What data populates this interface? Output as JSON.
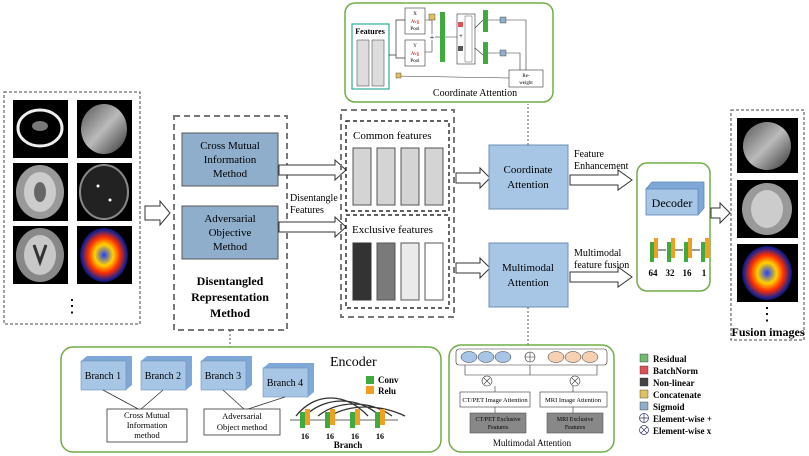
{
  "coordinate_attention": {
    "title": "Coordinate Attention",
    "features_label": "Features",
    "x_pool": [
      "X",
      "Avg",
      "Pool"
    ],
    "y_pool": [
      "Y",
      "Avg",
      "Pool"
    ],
    "reweight": [
      "Re-",
      "weight"
    ]
  },
  "disentangled": {
    "cross_mutual": [
      "Cross Mutual",
      "Information",
      "Method"
    ],
    "adversarial": [
      "Adversarial",
      "Objective",
      "Method"
    ],
    "title": [
      "Disentangled",
      "Representation",
      "Method"
    ],
    "disentangle_features": [
      "Disentangle",
      "Features"
    ]
  },
  "features": {
    "common": "Common features",
    "exclusive": "Exclusive features"
  },
  "modules": {
    "coordinate": [
      "Coordinate",
      "Attention"
    ],
    "multimodal": [
      "Multimodal",
      "Attention"
    ],
    "feature_enhancement": [
      "Feature",
      "Enhancement"
    ],
    "multimodal_fusion": [
      "Multimodal",
      "feature fusion"
    ]
  },
  "decoder": {
    "title": "Decoder",
    "channels": [
      "64",
      "32",
      "16",
      "1"
    ]
  },
  "fusion_images": "Fusion images",
  "ellipsis": "⋮",
  "encoder": {
    "title": "Encoder",
    "branches": [
      "Branch 1",
      "Branch 2",
      "Branch 3",
      "Branch 4"
    ],
    "cross_mutual": [
      "Cross  Mutual",
      "Information",
      "method"
    ],
    "adversarial": [
      "Adversarial",
      "Object method"
    ],
    "branch_label": "Branch",
    "branch_channels": [
      "16",
      "16",
      "16",
      "16"
    ],
    "legend": [
      "Conv",
      "Relu"
    ]
  },
  "multimodal_attention": {
    "title": "Multimodal Attention",
    "ct_attention": "CT/PET Image Attention",
    "mri_attention": "MRI Image Attention",
    "ct_exclusive": [
      "CT/PET Exclusive",
      "Features"
    ],
    "mri_exclusive": [
      "MRI Exclusive",
      "Features"
    ]
  },
  "legend": {
    "items": [
      "Residual",
      "BatchNorm",
      "Non-linear",
      "Concatenate",
      "Sigmoid",
      "Element-wise +",
      "Element-wise x"
    ]
  },
  "colors": {
    "box_blue": "#8eaecb",
    "module_blue": "#a7c6e6",
    "green_border": "#70ad47",
    "conv_green": "#3faa3f",
    "relu_orange": "#f0a020"
  }
}
